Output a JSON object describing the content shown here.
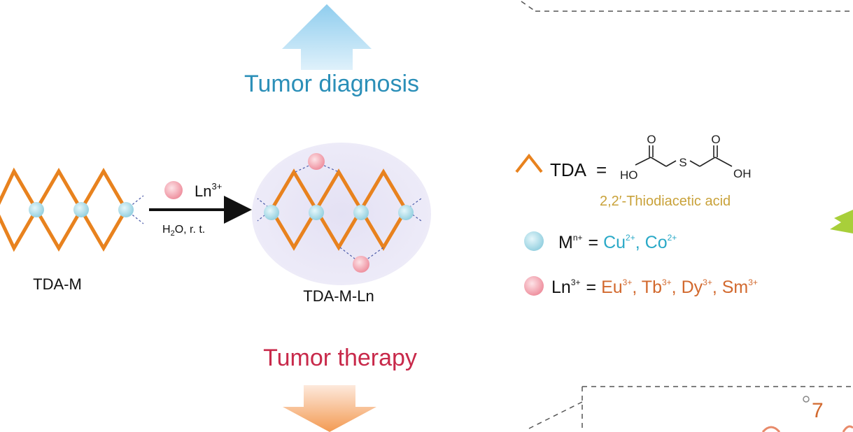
{
  "labels": {
    "diagnosis": "Tumor diagnosis",
    "therapy": "Tumor therapy",
    "tda_m": "TDA-M",
    "tda_m_ln": "TDA-M-Ln",
    "reagent_ion": "Ln",
    "reagent_ion_charge": "3+",
    "conditions_pre": "H",
    "conditions_sub": "2",
    "conditions_post": "O, r. t."
  },
  "legend": {
    "tda_label": "TDA",
    "equals": "=",
    "tda_name": "2,2′-Thiodiacetic acid",
    "structure_ho": "HO",
    "structure_oh": "OH",
    "structure_s": "S",
    "structure_o": "O",
    "metal_symbol": "M",
    "metal_charge": "n+",
    "metal_ions": [
      {
        "symbol": "Cu",
        "charge": "2+",
        "sep": ", "
      },
      {
        "symbol": "Co",
        "charge": "2+",
        "sep": ""
      }
    ],
    "ln_symbol": "Ln",
    "ln_charge": "3+",
    "ln_ions": [
      {
        "symbol": "Eu",
        "charge": "3+",
        "sep": ", "
      },
      {
        "symbol": "Tb",
        "charge": "3+",
        "sep": ", "
      },
      {
        "symbol": "Dy",
        "charge": "3+",
        "sep": ", "
      },
      {
        "symbol": "Sm",
        "charge": "3+",
        "sep": ""
      }
    ]
  },
  "corner_fragment": "7",
  "colors": {
    "orange": "#e8821e",
    "metal_fill": "#a9dbe6",
    "ln_fill": "#f2a2ad",
    "diagnosis_text": "#2b8fb8",
    "therapy_text": "#c8294a",
    "tda_name_text": "#c9a23a",
    "metal_ion_text": "#2aa9c7",
    "ln_ion_text": "#d2692e"
  }
}
